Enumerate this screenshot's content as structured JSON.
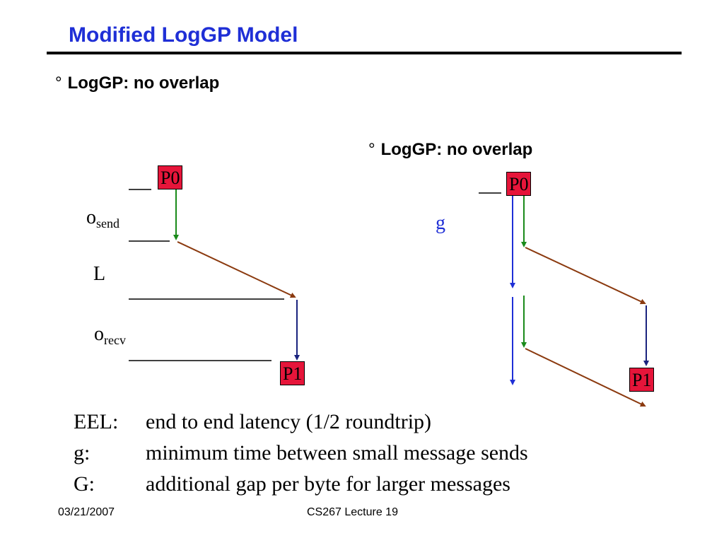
{
  "title": "Modified LogGP Model",
  "bullet_main": "LogGP: no overlap",
  "bullet_right": "LogGP: no overlap",
  "bullet_mark": "°",
  "left_diagram": {
    "p0": "P0",
    "p1": "P1",
    "labels": {
      "o_send": {
        "base": "o",
        "sub": "send"
      },
      "L": "L",
      "o_recv": {
        "base": "o",
        "sub": "recv"
      }
    }
  },
  "right_diagram": {
    "p0": "P0",
    "p1": "P1",
    "g_label": "g"
  },
  "definitions": [
    {
      "term": "EEL:",
      "text": "end to end latency (1/2 roundtrip)"
    },
    {
      "term": "g:",
      "text": "minimum time between small message sends"
    },
    {
      "term": "G:",
      "text": "additional gap per byte for larger messages"
    }
  ],
  "footer": {
    "date": "03/21/2007",
    "course": "CS267 Lecture 19"
  },
  "colors": {
    "title": "#1f2fd6",
    "processor_box": "#e6153a",
    "overhead_arrow": "#1a8a1a",
    "latency_arrow": "#8b3a0f",
    "wait_arrow": "#1a237e",
    "gap_arrow": "#1f2fd6",
    "g_label": "#1f2fd6"
  }
}
